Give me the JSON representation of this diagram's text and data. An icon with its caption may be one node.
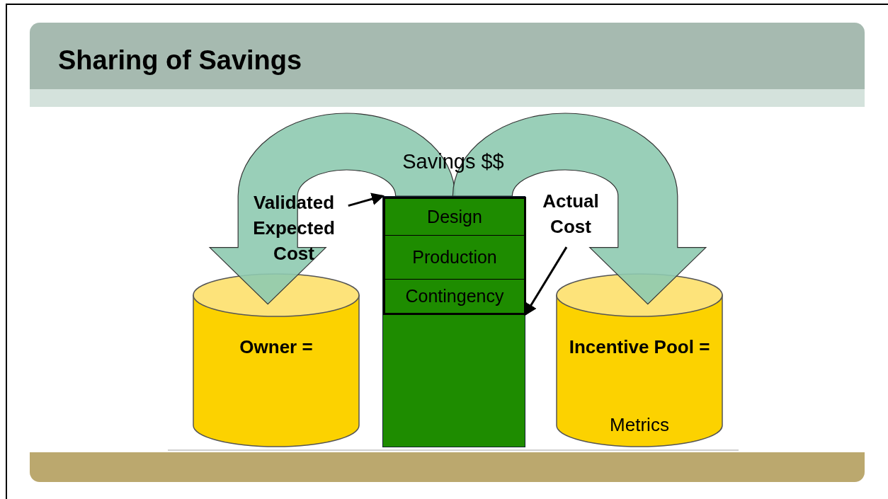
{
  "diagram": {
    "title": "Sharing of Savings",
    "nodes": [
      {
        "text": [
          "Validated Expected Cost"
        ]
      },
      {
        "text": [
          "Actual Cost"
        ]
      },
      {
        "text": [],
        "shape": "bar"
      },
      {
        "text": [
          "Design"
        ],
        "in": 2
      },
      {
        "text": [
          "Production"
        ],
        "in": 2
      },
      {
        "text": [
          "Contingency"
        ],
        "in": 2
      },
      {
        "text": [
          "**Owner** ="
        ]
      },
      {
        "text": [
          "Incentive Pool =",
          "Metrics"
        ]
      }
    ],
    "edges": [
      {
        "from": 2,
        "to": 6,
        "arrow": "to",
        "style": "thick",
        "color": "#8ecab0"
      },
      {
        "from": 2,
        "to": 7,
        "arrow": "to",
        "style": "thick",
        "color": "#8ecab0"
      },
      {
        "from": 0,
        "to": 3,
        "arrow": "to"
      },
      {
        "from": 1,
        "to": 5,
        "arrow": "to"
      }
    ],
    "labels": [
      "Savings $$"
    ]
  }
}
